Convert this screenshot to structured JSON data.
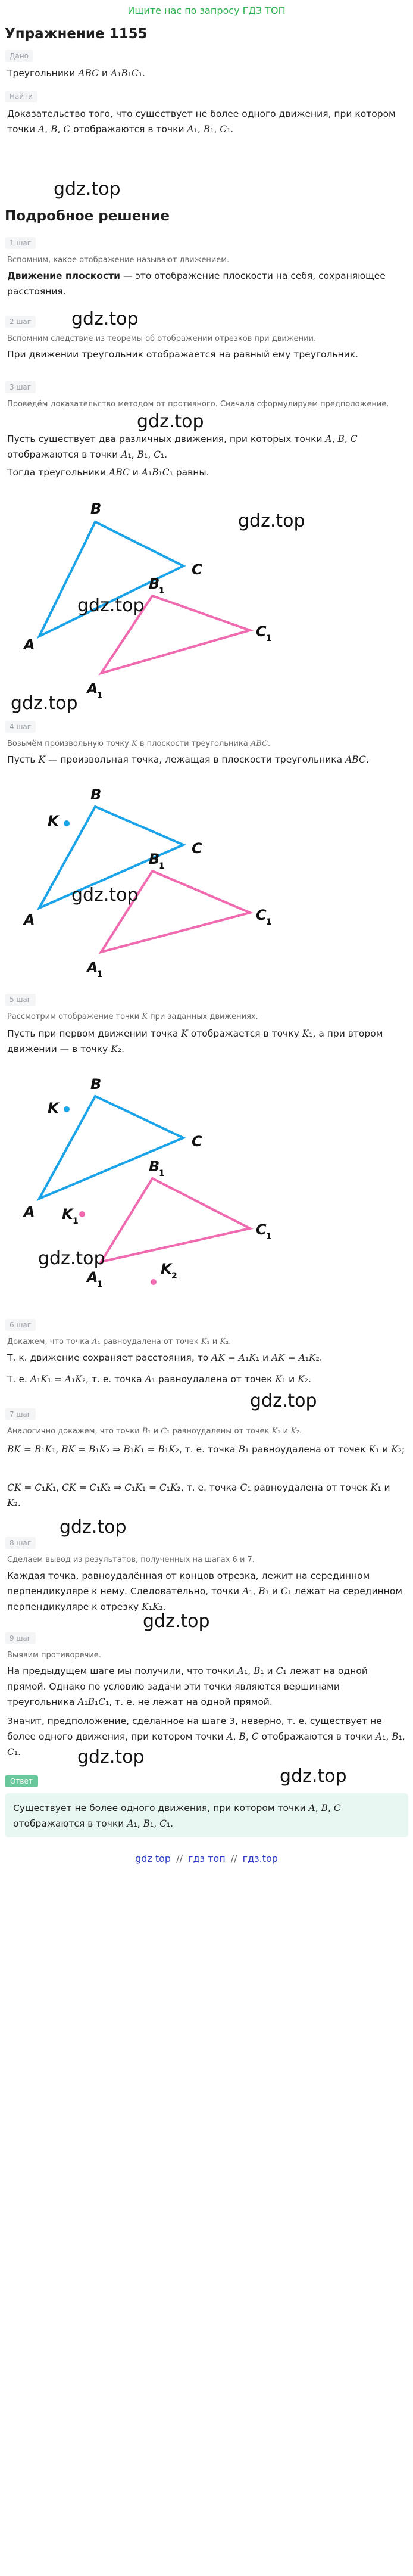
{
  "search_link": "Ищите нас по запросу ГДЗ ТОП",
  "title": "Упражнение 1155",
  "dano_label": "Дано",
  "dano_text": "Треугольники ABC и A₁B₁C₁.",
  "find_label": "Найти",
  "find_text": "Доказательство того, что существует не более одного движения, при котором точки A, B, C отображаются в точки A₁, B₁, C₁.",
  "watermark": "gdz.top",
  "solution_title": "Подробное решение",
  "steps": [
    {
      "label": "1 шаг",
      "hint": "Вспомним, какое отображение называют движением.",
      "text": "Движение плоскости — это отображение плоскости на себя, сохраняющее расстояния.",
      "bold_term": "Движение плоскости"
    },
    {
      "label": "2 шаг",
      "hint": "Вспомним следствие из теоремы об отображении отрезков при движении.",
      "text": "При движении треугольник отображается на равный ему треугольник."
    },
    {
      "label": "3 шаг",
      "hint": "Проведём доказательство методом от противного. Сначала сформулируем предположение.",
      "text1": "Пусть существует два различных движения, при которых точки A, B, C отображаются в точки A₁, B₁, C₁.",
      "text2": "Тогда треугольники ABC и A₁B₁C₁ равны."
    },
    {
      "label": "4 шаг",
      "hint": "Возьмём произвольную точку K в плоскости треугольника ABC.",
      "text": "Пусть K — произвольная точка, лежащая в плоскости треугольника ABC."
    },
    {
      "label": "5 шаг",
      "hint": "Рассмотрим отображение точки K при заданных движениях.",
      "text": "Пусть при первом движении точка K отображается в точку K₁, а при втором движении — в точку K₂."
    },
    {
      "label": "6 шаг",
      "hint": "Докажем, что точка A₁ равноудалена от точек K₁ и K₂.",
      "text1": "Т. к. движение сохраняет расстояния, то AK = A₁K₁ и AK = A₁K₂.",
      "text2": "Т. е. A₁K₁ = A₁K₂, т. е. точка A₁ равноудалена от точек K₁ и K₂."
    },
    {
      "label": "7 шаг",
      "hint": "Аналогично докажем, что точки B₁ и C₁ равноудалены от точек K₁ и K₂.",
      "text1": "BK = B₁K₁, BK = B₁K₂ ⇒ B₁K₁ = B₁K₂, т. е. точка B₁ равноудалена от точек K₁ и K₂;",
      "text2": "CK = C₁K₁, CK = C₁K₂ ⇒ C₁K₁ = C₁K₂, т. е. точка C₁ равноудалена от точек K₁ и K₂."
    },
    {
      "label": "8 шаг",
      "hint": "Сделаем вывод из результатов, полученных на шагах 6 и 7.",
      "text1": "Каждая точка, равноудалённая от концов отрезка, лежит на серединном перпендикуляре к нему.",
      "text2": "Следовательно, точки A₁, B₁ и C₁ лежат на серединном перпендикуляре к отрезку K₁K₂."
    },
    {
      "label": "9 шаг",
      "hint": "Выявим противоречие.",
      "text1": "На предыдущем шаге мы получили, что точки A₁, B₁ и C₁ лежат на одной прямой. Однако по условию задачи эти точки являются вершинами треугольника A₁B₁C₁, т. е. не лежат на одной прямой.",
      "text2": "Значит, предположение, сделанное на шаге 3, неверно, т. е. существует не более одного движения, при котором точки A, B, C отображаются в точки A₁, B₁, C₁."
    }
  ],
  "answer_label": "Ответ",
  "answer_text": "Существует не более одного движения, при котором точки A, B, C отображаются в точки A₁, B₁, C₁.",
  "footer": {
    "a": "gdz top",
    "b": "гдз топ",
    "c": "гдз.top",
    "sep": "//"
  },
  "labels": {
    "A": "A",
    "B": "B",
    "C": "C",
    "A1": "A",
    "B1": "B",
    "C1": "C",
    "K": "K",
    "K1": "K",
    "K2": "K",
    "sub1": "1",
    "sub2": "2"
  },
  "colors": {
    "blue": "#1aa3e8",
    "pink": "#f06ab0",
    "link": "#27b14a"
  }
}
